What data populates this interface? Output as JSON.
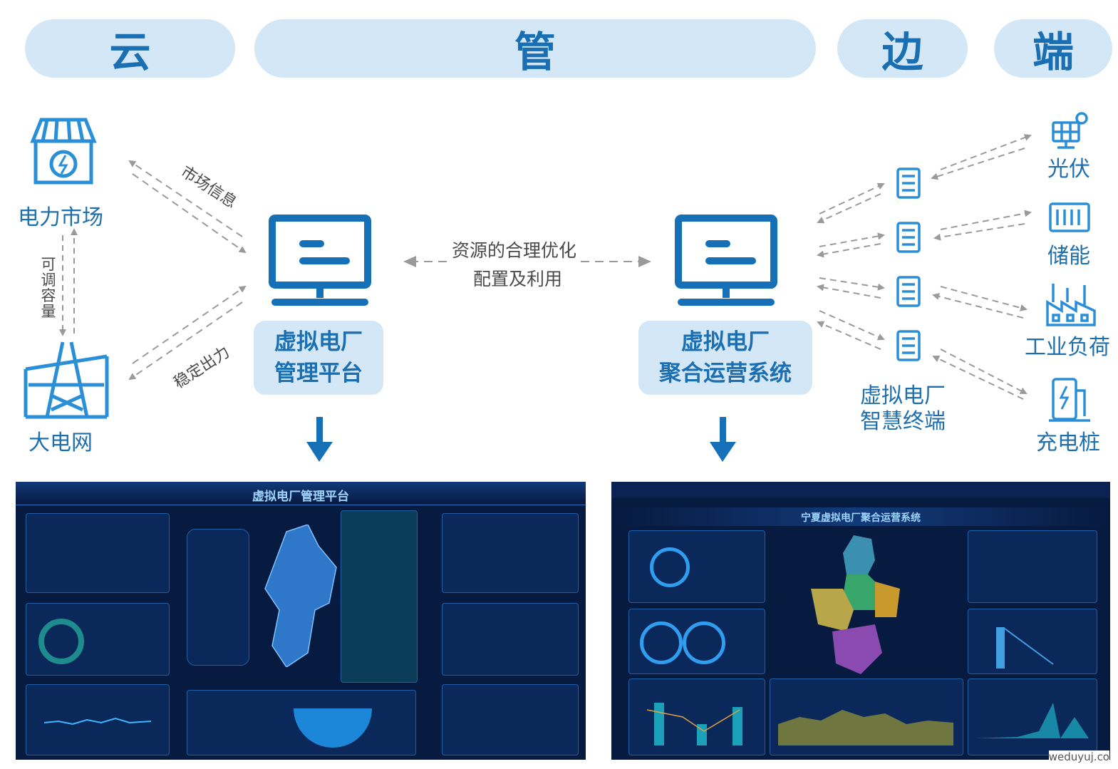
{
  "tiers": [
    "云",
    "管",
    "边",
    "端"
  ],
  "left": {
    "market_label": "电力市场",
    "grid_label": "大电网",
    "capacity_label": "可调容量",
    "arrow_top_label": "市场信息",
    "arrow_bottom_label": "稳定出力"
  },
  "center": {
    "link_label_line1": "资源的合理优化",
    "link_label_line2": "配置及利用",
    "mgmt_line1": "虚拟电厂",
    "mgmt_line2": "管理平台",
    "ops_line1": "虚拟电厂",
    "ops_line2": "聚合运营系统"
  },
  "edge": {
    "terminal_line1": "虚拟电厂",
    "terminal_line2": "智慧终端"
  },
  "devices": [
    {
      "label": "光伏",
      "icon": "solar-panel-icon"
    },
    {
      "label": "储能",
      "icon": "battery-storage-icon"
    },
    {
      "label": "工业负荷",
      "icon": "factory-icon"
    },
    {
      "label": "充电桩",
      "icon": "charging-pile-icon"
    }
  ],
  "screens": {
    "left_title": "虚拟电厂管理平台",
    "right_title": "宁夏虚拟电厂聚合运营系统"
  },
  "watermark": "weduyuj.co",
  "colors": {
    "primary": "#1a6fb3",
    "tier_bg": "#d3e7f6",
    "dashboard_bg": "#071a3f"
  }
}
